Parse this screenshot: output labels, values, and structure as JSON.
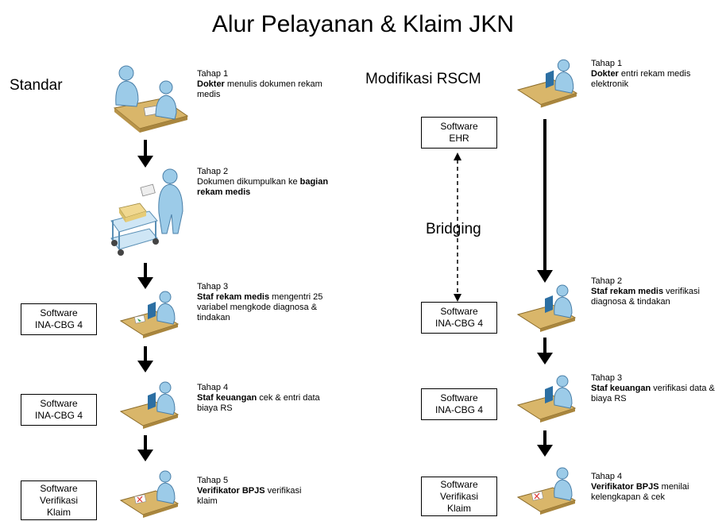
{
  "title": "Alur Pelayanan & Klaim JKN",
  "standard": {
    "label": "Standar",
    "steps": [
      {
        "header": "Tahap 1",
        "parts": [
          {
            "b": "Dokter"
          },
          {
            "t": " menulis dokumen rekam medis"
          }
        ]
      },
      {
        "header": "Tahap 2",
        "parts": [
          {
            "t": "Dokumen dikumpulkan ke "
          },
          {
            "b": "bagian rekam medis"
          }
        ]
      },
      {
        "header": "Tahap 3",
        "parts": [
          {
            "b": "Staf rekam medis"
          },
          {
            "t": " mengentri 25 variabel mengkode diagnosa & tindakan"
          }
        ]
      },
      {
        "header": "Tahap 4",
        "parts": [
          {
            "b": "Staf keuangan"
          },
          {
            "t": " cek & entri data biaya RS"
          }
        ]
      },
      {
        "header": "Tahap 5",
        "parts": [
          {
            "b": "Verifikator BPJS"
          },
          {
            "t": " verifikasi klaim"
          }
        ]
      }
    ],
    "boxes": [
      {
        "line1": "Software",
        "line2": "INA-CBG 4"
      },
      {
        "line1": "Software",
        "line2": "INA-CBG 4"
      },
      {
        "line1": "Software",
        "line2": "Verifikasi",
        "line3": "Klaim"
      }
    ]
  },
  "modified": {
    "label": "Modifikasi RSCM",
    "bridging_label": "Bridging",
    "steps": [
      {
        "header": "Tahap 1",
        "parts": [
          {
            "b": "Dokter"
          },
          {
            "t": " entri rekam medis elektronik"
          }
        ]
      },
      {
        "header": "Tahap 2",
        "parts": [
          {
            "b": "Staf rekam medis"
          },
          {
            "t": " verifikasi diagnosa & tindakan"
          }
        ]
      },
      {
        "header": "Tahap 3",
        "parts": [
          {
            "b": "Staf keuangan"
          },
          {
            "t": " verifikasi data & biaya RS"
          }
        ]
      },
      {
        "header": "Tahap 4",
        "parts": [
          {
            "b": "Verifikator BPJS"
          },
          {
            "t": " menilai kelengkapan & cek"
          }
        ]
      }
    ],
    "boxes": [
      {
        "line1": "Software",
        "line2": "EHR"
      },
      {
        "line1": "Software",
        "line2": "INA-CBG 4"
      },
      {
        "line1": "Software",
        "line2": "INA-CBG 4"
      },
      {
        "line1": "Software",
        "line2": "Verifikasi",
        "line3": "Klaim"
      }
    ]
  },
  "colors": {
    "person": "#9ccbe8",
    "desk": "#d9b66a",
    "monitor": "#2c6fa3",
    "arrow": "#000000"
  }
}
